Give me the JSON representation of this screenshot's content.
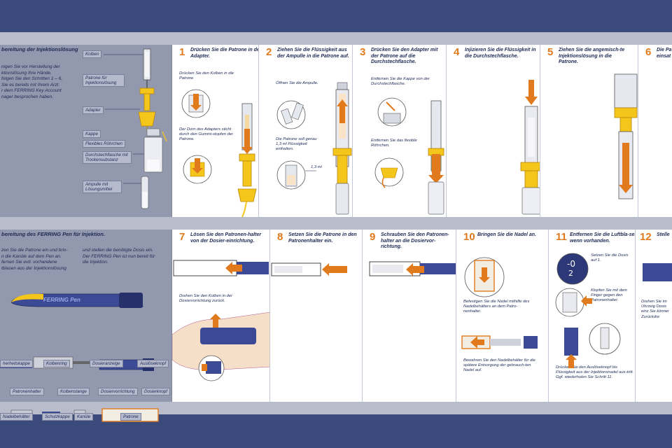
{
  "colors": {
    "bg": "#3a4a7a",
    "sheet": "#b8bccb",
    "panel": "#9298ad",
    "accent": "#e07a1c",
    "pen": "#3c4a96",
    "yellow": "#f4c51a",
    "text": "#1f2a55"
  },
  "top": {
    "intro": {
      "title": "bereitung der Injektionslösung",
      "body": "nigen Sie vor Herstellung der\nktionslösung Ihre Hände.\nfolgen Sie den Schritten 1 – 6,\nSie es bereits mit Ihrem Arzt\nr dem FERRING Key Account\nnager besprochen haben.",
      "labels": [
        "Kolben",
        "Patrone für Injektionslösung",
        "Adapter",
        "Kappe",
        "Flexibles Röhrchen",
        "Durchstechflasche mit Trockensubstanz",
        "Ampulle mit Lösungsmittel"
      ]
    },
    "steps": [
      {
        "num": "1",
        "title": "Drücken Sie die Patrone in den Adapter.",
        "texts": [
          "Drücken Sie den Kolben in die Patrone",
          "Der Dorn des Adapters sticht durch den Gummi-stopfen der Patrone."
        ]
      },
      {
        "num": "2",
        "title": "Ziehen Sie die Flüssigkeit aus der Ampulle in die Patrone auf.",
        "texts": [
          "Öffnen Sie die Ampulle.",
          "Die Patrone soll genau 1,3 ml Flüssigkeit enthalten.",
          "1,3 ml"
        ]
      },
      {
        "num": "3",
        "title": "Drücken Sie den Adapter mit der Patrone auf die Durchstechflasche.",
        "texts": [
          "Entfernen Sie die Kappe von der Durchstechflasche.",
          "Entfernen Sie das flexible Röhrchen."
        ]
      },
      {
        "num": "4",
        "title": "Injizieren Sie die Flüssigkeit in die Durchstechflasche.",
        "texts": []
      },
      {
        "num": "5",
        "title": "Ziehen Sie die angemisch-te Injektionslösung in die Patrone.",
        "texts": []
      },
      {
        "num": "6",
        "title": "Die Pa einsat",
        "texts": []
      }
    ]
  },
  "bottom": {
    "intro": {
      "title": "bereitung des FERRING Pen für Injektion.",
      "body_left": "zen Sie die Patrone ein und brin-\nn die Kanüle auf dem Pen an.\nfernen Sie evtl. vorhandene\ntblasen aus der Injektionslösung",
      "body_right": "und stellen die benötigte Dosis ein.\nDer FERRING Pen ist nun bereit für\ndie Injektion.",
      "pen_label": "FERRING Pen",
      "labels": [
        "herheitskappe",
        "Kolbenring",
        "Dosieranzeige",
        "Auslöseknopf",
        "Patronenhalter",
        "Kolbenstange",
        "Dosiervorrichtung",
        "Dosierknopf",
        "Nadelbehälter",
        "Schutzkappe",
        "Kanüle",
        "Patrone"
      ]
    },
    "steps": [
      {
        "num": "7",
        "title": "Lösen Sie den Patronen-halter von der Dosier-einrichtung.",
        "texts": [
          "Drehen Sie den Kolben in der Dosiervorrichtung zurück."
        ]
      },
      {
        "num": "8",
        "title": "Setzen Sie die Patrone in den Patronenhalter ein.",
        "texts": []
      },
      {
        "num": "9",
        "title": "Schrauben Sie den Patronen-halter an die Dosiervor-richtung.",
        "texts": []
      },
      {
        "num": "10",
        "title": "Bringen Sie die Nadel an.",
        "texts": [
          "Befestigen Sie die Nadel mithilfe des Nadelbehälters an dem Patro-nenhalter.",
          "Bewahren Sie den Nadelbehälter für die spätere Entsorgung der gebrauch-ten Nadel auf."
        ]
      },
      {
        "num": "11",
        "title": "Entfernen Sie die Luftbla-sen, wenn vorhanden.",
        "texts": [
          "Setzen Sie die Dosis auf 1.",
          "Klopfen Sie mit dem Finger gegen den Patronenhalter.",
          "Drücken Sie den Auslöseknopf bis Flüssigkeit aus der Injektionsnadel aus-tritt. Ggf. wiederholen Sie Schritt 11.",
          "-0",
          "2"
        ]
      },
      {
        "num": "12",
        "title": "Stelle",
        "texts": [
          "Drehen Sie im Uhrzeig Dosis einz Sie könner Zurückdre"
        ]
      }
    ]
  }
}
